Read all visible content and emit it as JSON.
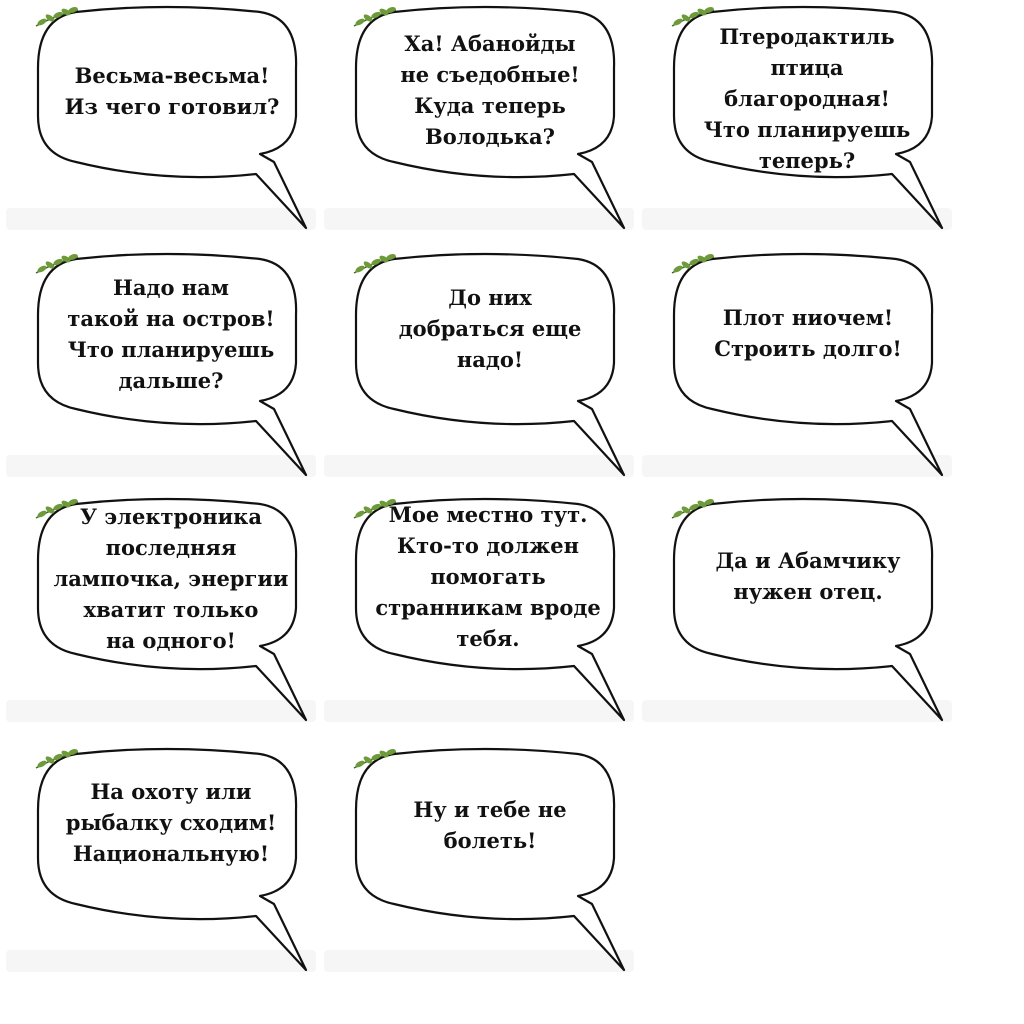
{
  "style": {
    "outline": "#111111",
    "fill": "#ffffff",
    "leaf": "#6e9a3c",
    "leaf_dark": "#3f6a22",
    "shadow": "#eeeeee"
  },
  "bubbles": [
    {
      "text": "Весьма-весьма!\nИз чего готовил?"
    },
    {
      "text": "Ха! Абанойды\nне съедобные!\nКуда теперь\nВолодька?"
    },
    {
      "text": "Птеродактиль\nптица\nблагородная!\nЧто планируешь\nтеперь?"
    },
    {
      "text": "Надо нам\nтакой на остров!\nЧто планируешь\nдальше?"
    },
    {
      "text": "До них\nдобраться еще\nнадо!"
    },
    {
      "text": "Плот ниочем!\nСтроить долго!"
    },
    {
      "text": "У электроника\nпоследняя\nлампочка, энергии\nхватит  только\nна одного!"
    },
    {
      "text": "Мое местно тут.\nКто-то должен\nпомогать\nстранникам вроде\nтебя."
    },
    {
      "text": "Да и Абамчику\nнужен отец."
    },
    {
      "text": "На охоту или\nрыбалку сходим!\nНациональную!"
    },
    {
      "text": "Ну и тебе не\nболеть!"
    }
  ]
}
